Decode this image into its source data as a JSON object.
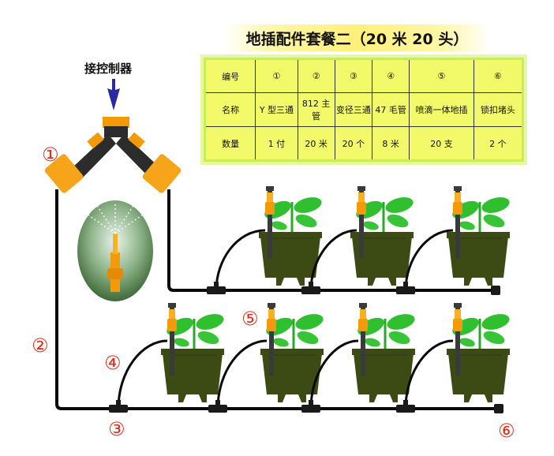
{
  "title": "地插配件套餐二（20 米 20 头）",
  "controller_label": "接控制器",
  "table": {
    "rows": [
      {
        "header": "编号",
        "cells": [
          "①",
          "②",
          "③",
          "④",
          "⑤",
          "⑥"
        ]
      },
      {
        "header": "名称",
        "cells": [
          "Y 型三通",
          "812 主管",
          "变径三通",
          "47 毛管",
          "喷滴一体地插",
          "锁扣堵头"
        ]
      },
      {
        "header": "数量",
        "cells": [
          "1 付",
          "20 米",
          "20 个",
          "8 米",
          "20 支",
          "2 个"
        ]
      }
    ]
  },
  "markers": {
    "m1": "①",
    "m2": "②",
    "m3": "③",
    "m4": "④",
    "m5": "⑤",
    "m6": "⑥"
  },
  "colors": {
    "pot": "#3c4a14",
    "leaf": "#2fbf2f",
    "stake": "#f39a0a",
    "pipe": "#0a0a0a",
    "marker": "#e32b1c",
    "arrow": "#2a2aa0"
  }
}
